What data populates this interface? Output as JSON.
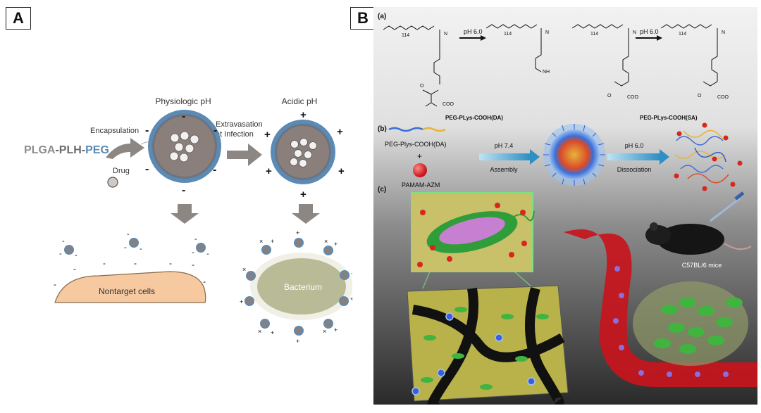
{
  "panel_a": {
    "label": "A",
    "physiologic_ph": "Physiologic pH",
    "acidic_ph": "Acidic pH",
    "encapsulation": "Encapsulation",
    "extravasation_line1": "Extravasation",
    "extravasation_line2": "at Infection",
    "polymer": {
      "plga": "PLGA",
      "dash1": "-",
      "plh": "PLH",
      "dash2": "-",
      "peg": "PEG"
    },
    "drug": "Drug",
    "nontarget_cells": "Nontarget cells",
    "bacterium": "Bacterium",
    "colors": {
      "shell": "#5b8bb5",
      "core": "#8a7f7b",
      "cell": "#f6c9a0",
      "bacterium": "#b9ba96",
      "arrow": "#8d8783"
    }
  },
  "panel_b": {
    "label": "B",
    "a_label": "(a)",
    "b_label": "(b)",
    "c_label": "(c)",
    "ph_60_a": "pH 6.0",
    "ph_60_b": "pH 6.0",
    "compound_da": "PEG-PLys-COOH(DA)",
    "compound_sa": "PEG-PLys-COOH(SA)",
    "polymer_b": "PEG-Plys-COOH(DA)",
    "plus": "+",
    "pamam": "PAMAM-AZM",
    "ph_74": "pH 7.4",
    "assembly": "Assembly",
    "ph_60_c": "pH 6.0",
    "dissociation": "Dissociation",
    "mice": "C57BL/6 mice",
    "colors": {
      "chain_blue": "#3b6fd8",
      "chain_yellow": "#e6b43a",
      "drug_red": "#d9261c",
      "vessel": "#c8141c",
      "cell_green": "#3fb53f"
    }
  }
}
